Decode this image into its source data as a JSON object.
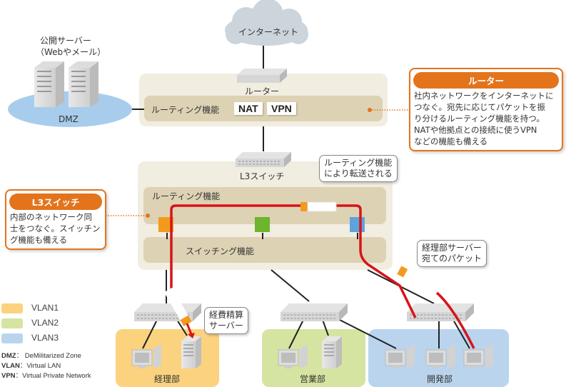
{
  "internet": {
    "label": "インターネット"
  },
  "public_servers": {
    "title_line1": "公開サーバー",
    "title_line2": "（Webやメール）",
    "zone_label": "DMZ"
  },
  "router": {
    "device_label": "ルーター",
    "function_label": "ルーティング機能",
    "features": [
      "NAT",
      "VPN"
    ]
  },
  "router_callout": {
    "title": "ルーター",
    "body": [
      "社内ネットワークをインターネットに",
      "つなぐ。宛先に応じてパケットを振",
      "り分けるルーティング機能を持つ。",
      "NATや他拠点との接続に使うVPN",
      "などの機能も備える"
    ]
  },
  "l3switch": {
    "device_label": "L3スイッチ",
    "routing_label": "ルーティング機能",
    "switching_label": "スイッチング機能"
  },
  "l3_callout": {
    "title": "L3スイッチ",
    "body": [
      "内部のネットワーク同",
      "士をつなぐ。スイッチン",
      "グ機能も備える"
    ]
  },
  "bubbles": {
    "routed": [
      "ルーティング機能",
      "により転送される"
    ],
    "packet": [
      "経理部サーバー",
      "宛てのパケット"
    ],
    "server": [
      "経費精算",
      "サーバー"
    ]
  },
  "departments": [
    {
      "name": "経理部",
      "vlan": "VLAN1",
      "color": "#fbd27e"
    },
    {
      "name": "営業部",
      "vlan": "VLAN2",
      "color": "#d5e4a0"
    },
    {
      "name": "開発部",
      "vlan": "VLAN3",
      "color": "#bad4ee"
    }
  ],
  "legend": [
    {
      "label": "VLAN1",
      "color": "#fbd27e"
    },
    {
      "label": "VLAN2",
      "color": "#d5e4a0"
    },
    {
      "label": "VLAN3",
      "color": "#bad4ee"
    }
  ],
  "abbreviations": [
    {
      "term": "DMZ",
      "sep": "：",
      "meaning": "DeMilitarized Zone"
    },
    {
      "term": "VLAN",
      "sep": "：",
      "meaning": "Virtual LAN"
    },
    {
      "term": "VPN",
      "sep": "：",
      "meaning": "Virtual Private Network"
    }
  ],
  "colors": {
    "accent_orange": "#e3741c",
    "path_red": "#d7141a",
    "vlan1_port": "#f39a1e",
    "vlan2_port": "#6cb52d",
    "vlan3_port": "#5fa3dc",
    "panel_bg": "#f1ede0",
    "inner_bg": "#ddd2b4",
    "dmz_blue": "#a8cdec"
  }
}
